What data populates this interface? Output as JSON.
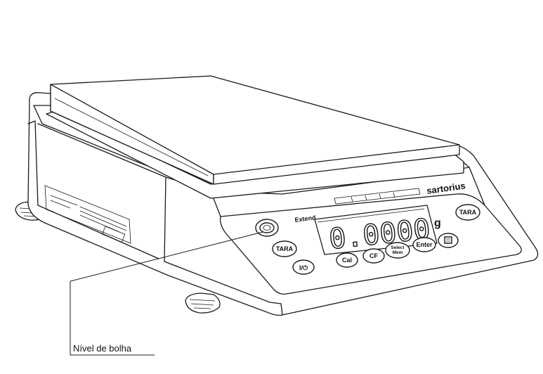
{
  "brand": "sartorius",
  "model": "Extend",
  "display": {
    "reading": "0.0000",
    "unit": "g"
  },
  "keys": {
    "tara_left": "TARA",
    "tara_right": "TARA",
    "power": "I/⏻",
    "cal": "Cal",
    "cf": "CF",
    "select_mem_line1": "Select",
    "select_mem_line2": "Mem",
    "enter": "Enter"
  },
  "callout": {
    "label": "Nível de bolha"
  },
  "icons": [
    "bubble-level-icon",
    "power-icon",
    "print-icon"
  ]
}
